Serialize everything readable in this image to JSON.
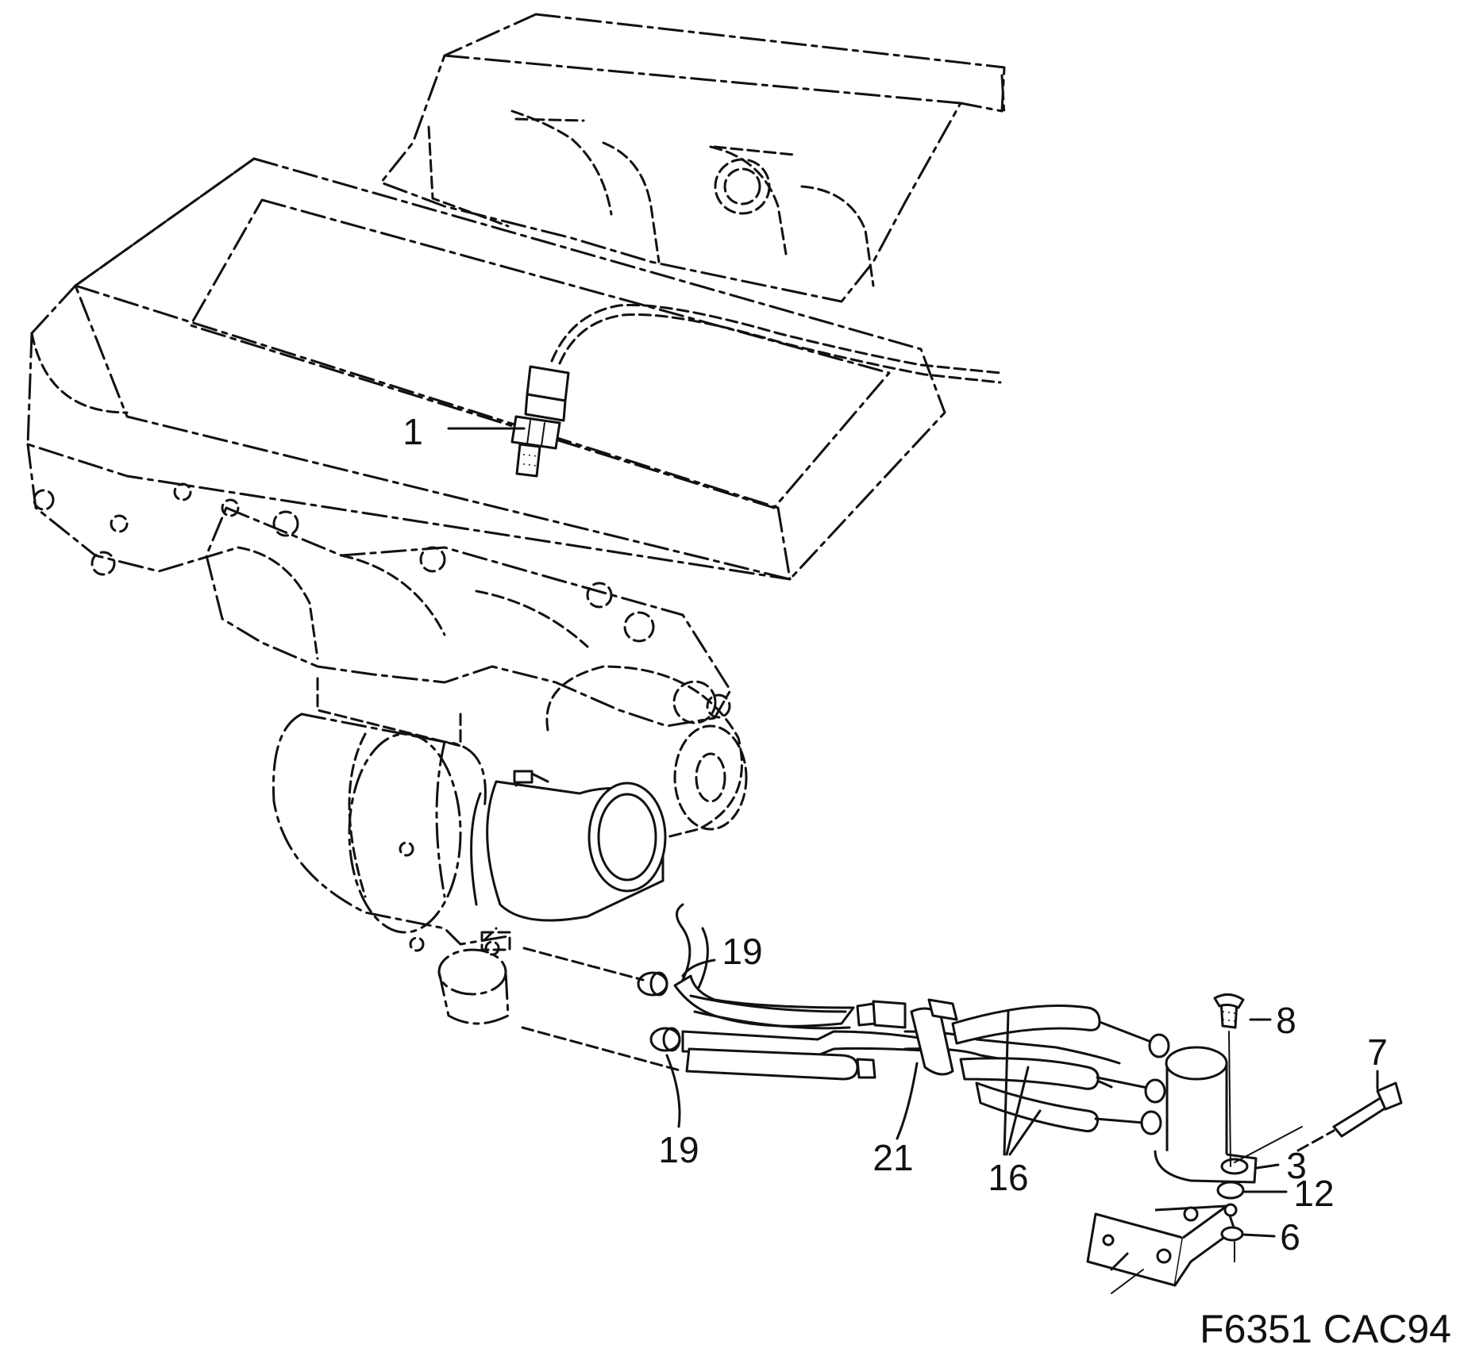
{
  "figure": {
    "code": "F6351 CAC94"
  },
  "callouts": [
    {
      "id": "1",
      "text": "1"
    },
    {
      "id": "19",
      "text": "19"
    },
    {
      "id": "19b",
      "text": "19"
    },
    {
      "id": "21",
      "text": "21"
    },
    {
      "id": "16",
      "text": "16"
    },
    {
      "id": "8",
      "text": "8"
    },
    {
      "id": "7",
      "text": "7"
    },
    {
      "id": "3",
      "text": "3"
    },
    {
      "id": "12",
      "text": "12"
    },
    {
      "id": "6",
      "text": "6"
    }
  ]
}
